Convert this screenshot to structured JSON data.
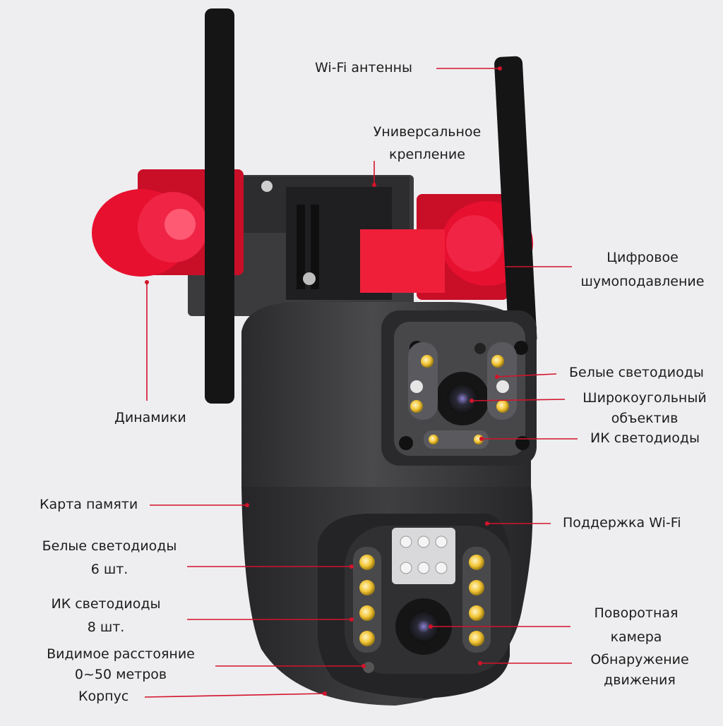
{
  "colors": {
    "background": "#eeeef0",
    "camera_body": "#3a3a3c",
    "speaker_red": "#e8102f",
    "leader_line": "#d3132b",
    "label_text": "#1c1c1c",
    "led_yellow": "#f2c434"
  },
  "labels": {
    "wifi_antennas": "Wi-Fi антенны",
    "universal_mount_1": "Универсальное",
    "universal_mount_2": "крепление",
    "noise_reduction_1": "Цифровое",
    "noise_reduction_2": "шумоподавление",
    "white_leds_top": "Белые светодиоды",
    "wide_lens_1": "Широкоугольный",
    "wide_lens_2": "объектив",
    "ir_leds_top": "ИК светодиоды",
    "speakers": "Динамики",
    "memory_card": "Карта памяти",
    "white_leds_bottom_1": "Белые светодиоды",
    "white_leds_bottom_2": "6 шт.",
    "ir_leds_bottom_1": "ИК светодиоды",
    "ir_leds_bottom_2": "8 шт.",
    "visible_range_1": "Видимое расстояние",
    "visible_range_2": "0~50 метров",
    "housing": "Корпус",
    "wifi_support": "Поддержка Wi-Fi",
    "ptz_camera_1": "Поворотная",
    "ptz_camera_2": "камера",
    "motion_detection_1": "Обнаружение",
    "motion_detection_2": "движения"
  }
}
